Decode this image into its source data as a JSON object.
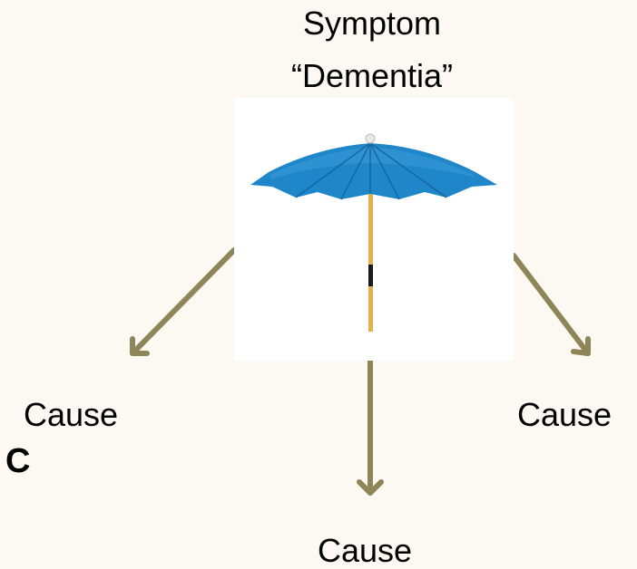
{
  "title": {
    "line1": "Symptom",
    "line2": "“Dementia”"
  },
  "causes": {
    "left": "Cause",
    "bottom": "Cause",
    "right": "Cause"
  },
  "extra_label": "C",
  "colors": {
    "background": "#fcf8f2",
    "arrow": "#8e8658",
    "umbrella_canopy": "#1e86c9",
    "umbrella_pole": "#e3b24d"
  },
  "icons": [
    "umbrella-icon"
  ]
}
